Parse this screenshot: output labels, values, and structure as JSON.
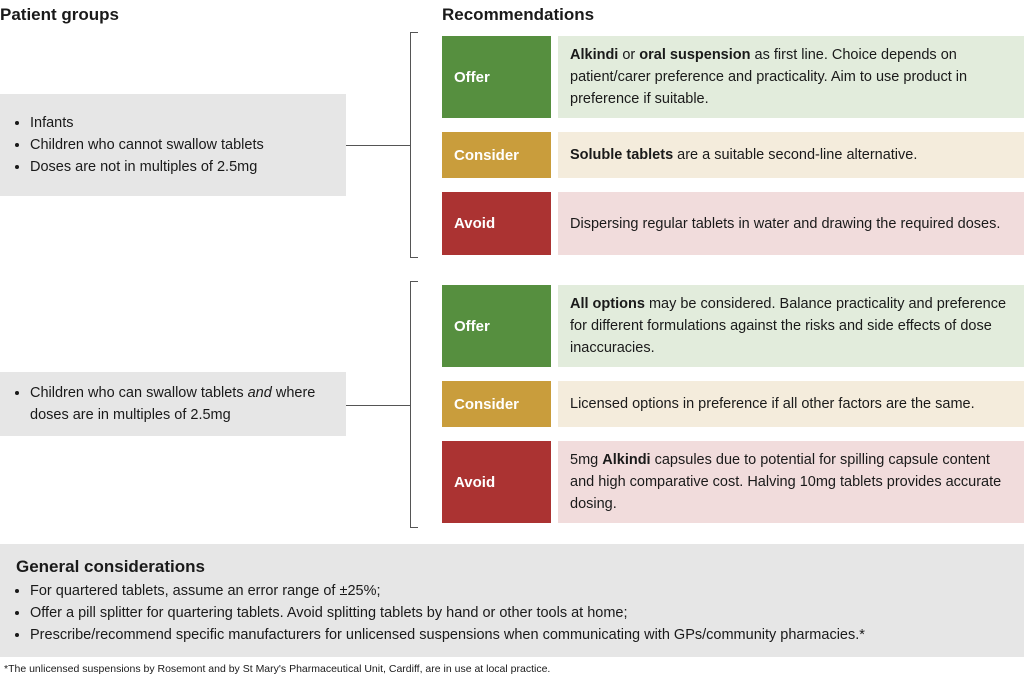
{
  "headings": {
    "patient_groups": "Patient groups",
    "recommendations": "Recommendations"
  },
  "groups": [
    {
      "items": [
        "Infants",
        "Children who cannot swallow tablets",
        "Doses are not in multiples of 2.5mg"
      ],
      "recs": [
        {
          "label": "Offer",
          "parts": [
            {
              "t": "Alkindi",
              "b": true
            },
            {
              "t": " or "
            },
            {
              "t": "oral suspension",
              "b": true
            },
            {
              "t": " as first line. Choice depends on patient/carer preference and practicality. Aim to use product in preference if suitable."
            }
          ]
        },
        {
          "label": "Consider",
          "parts": [
            {
              "t": "Soluble tablets",
              "b": true
            },
            {
              "t": " are a suitable second-line alternative."
            }
          ]
        },
        {
          "label": "Avoid",
          "parts": [
            {
              "t": "Dispersing regular tablets in water and drawing the required doses."
            }
          ]
        }
      ]
    },
    {
      "items_rich": [
        {
          "t": "Children who can swallow tablets "
        },
        {
          "t": "and",
          "i": true
        },
        {
          "t": " where doses are in multiples of 2.5mg"
        }
      ],
      "recs": [
        {
          "label": "Offer",
          "parts": [
            {
              "t": "All options",
              "b": true
            },
            {
              "t": " may be considered. Balance practicality and preference for different formulations against the risks and side effects of dose inaccuracies."
            }
          ]
        },
        {
          "label": "Consider",
          "parts": [
            {
              "t": "Licensed options in preference if all other factors are the same."
            }
          ]
        },
        {
          "label": "Avoid",
          "parts": [
            {
              "t": "5mg "
            },
            {
              "t": "Alkindi",
              "b": true
            },
            {
              "t": " capsules due to potential for spilling capsule content and high comparative cost. Halving 10mg tablets provides accurate dosing."
            }
          ]
        }
      ]
    }
  ],
  "general": {
    "title": "General considerations",
    "items": [
      "For quartered tablets, assume an error range of ±25%;",
      "Offer a pill splitter for quartering tablets. Avoid splitting tablets by hand or other tools at home;",
      "Prescribe/recommend specific manufacturers for unlicensed suspensions when communicating with GPs/community pharmacies.*"
    ]
  },
  "footnote": "*The unlicensed suspensions by Rosemont and by St Mary's Pharmaceutical Unit, Cardiff, are in use at local practice.",
  "colors": {
    "offer": "#568f3f",
    "consider": "#c99d3c",
    "avoid": "#ab3332"
  }
}
